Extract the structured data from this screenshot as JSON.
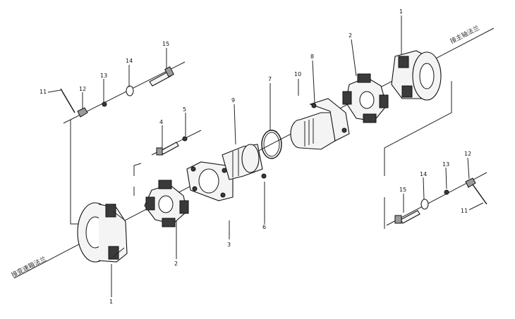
{
  "diagram": {
    "callouts": [
      "1",
      "2",
      "3",
      "4",
      "5",
      "6",
      "7",
      "8",
      "9",
      "10",
      "11",
      "12",
      "13",
      "14",
      "15"
    ],
    "axis_labels": {
      "upper_right": "接主轴法兰",
      "lower_left": "接变速箱法兰"
    }
  }
}
